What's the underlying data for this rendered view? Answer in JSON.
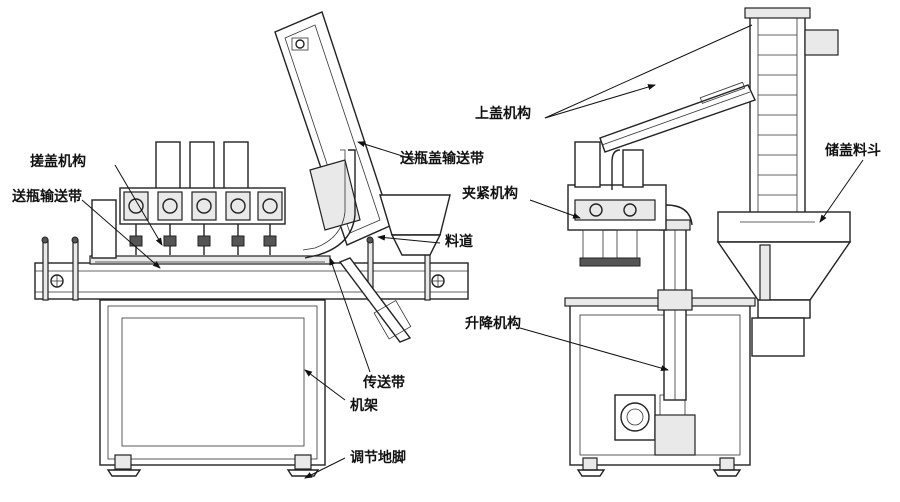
{
  "labels": {
    "cuo_gai": "搓盖机构",
    "song_ping_shu_song_dai": "送瓶输送带",
    "song_ping_gai_shu_song_dai": "送瓶盖输送带",
    "liao_dao": "料道",
    "chuan_song_dai": "传送带",
    "ji_jia": "机架",
    "tiao_jie_di_jiao": "调节地脚",
    "shang_gai": "上盖机构",
    "chu_gai_liao_dou": "储盖料斗",
    "jia_jin": "夹紧机构",
    "sheng_jiang": "升降机构"
  }
}
